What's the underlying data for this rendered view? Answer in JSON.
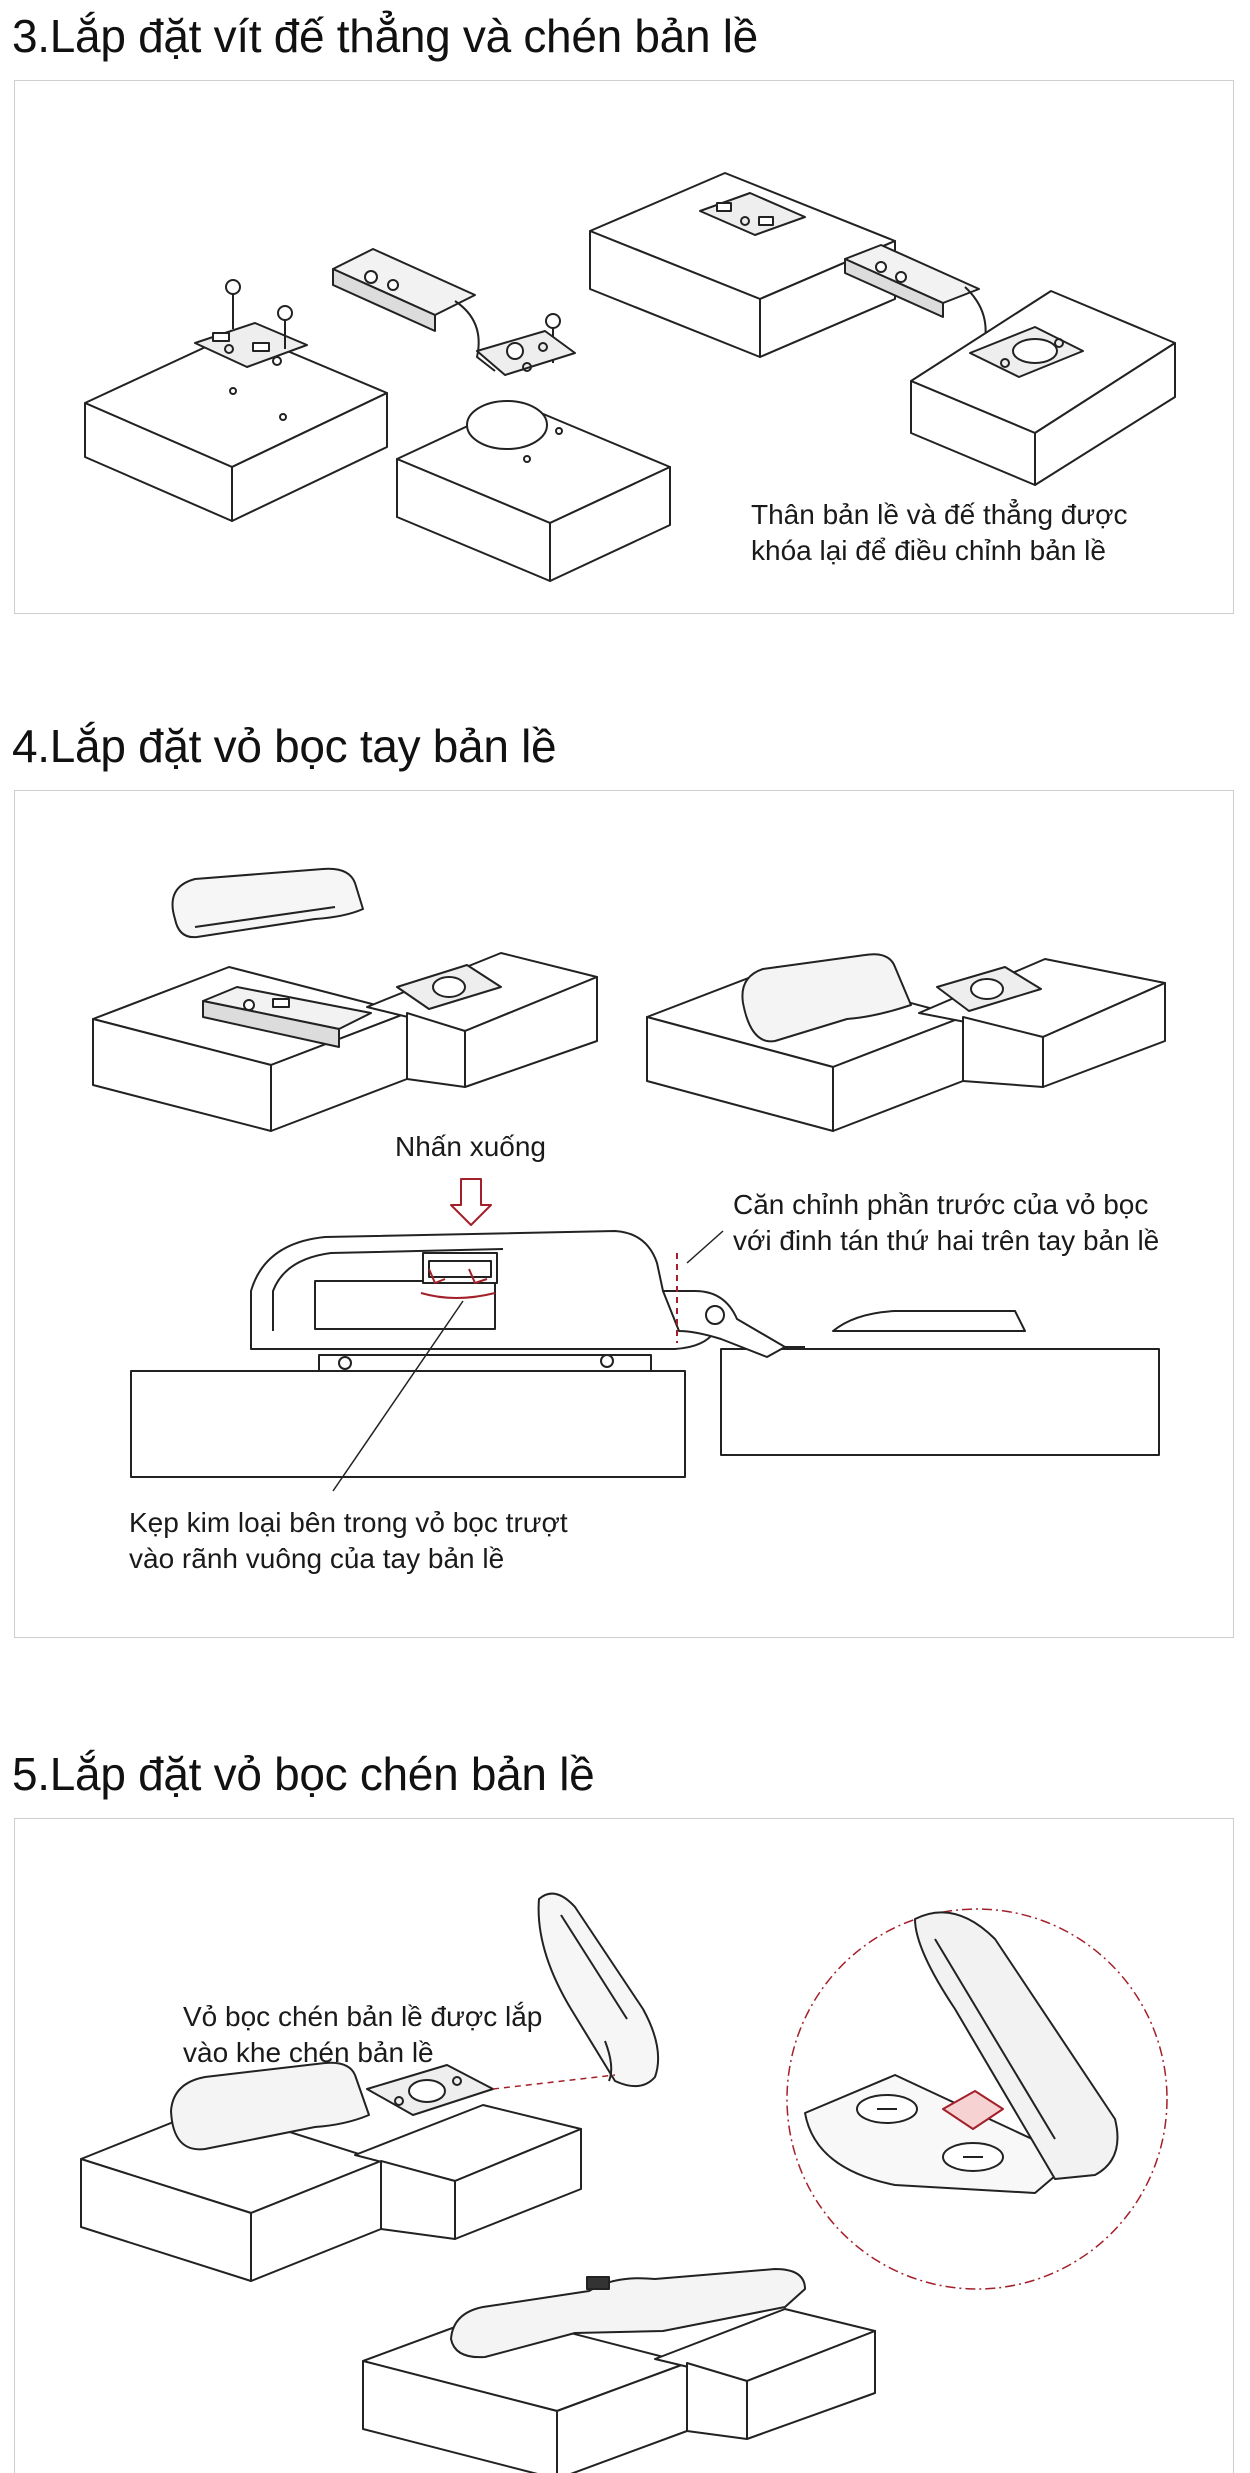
{
  "sections": [
    {
      "title": "3.Lắp đặt vít đế thẳng và chén bản lề",
      "notes": {
        "locked": [
          "Thân bản lề và đế thẳng được",
          "khóa lại để điều chỉnh bản lề"
        ]
      }
    },
    {
      "title": "4.Lắp đặt vỏ bọc tay bản lề",
      "notes": {
        "press": "Nhấn xuống",
        "align": [
          "Căn chỉnh phần trước của vỏ bọc",
          "với đinh tán thứ hai trên tay bản lề"
        ],
        "clip": [
          "Kẹp kim loại bên trong vỏ bọc trượt",
          "vào rãnh vuông của tay bản lề"
        ]
      }
    },
    {
      "title": "5.Lắp đặt vỏ bọc chén bản lề",
      "notes": {
        "cup": [
          "Vỏ bọc chén bản lề được lắp",
          "vào khe chén bản lề"
        ]
      }
    }
  ],
  "colors": {
    "line": "#222222",
    "accent": "#a3202a",
    "panel_border": "#cfcfcf"
  },
  "icons": [
    "screw-icon",
    "hinge-arm-icon",
    "hinge-cup-icon",
    "arrow-down-icon",
    "magnifier-circle-icon"
  ]
}
